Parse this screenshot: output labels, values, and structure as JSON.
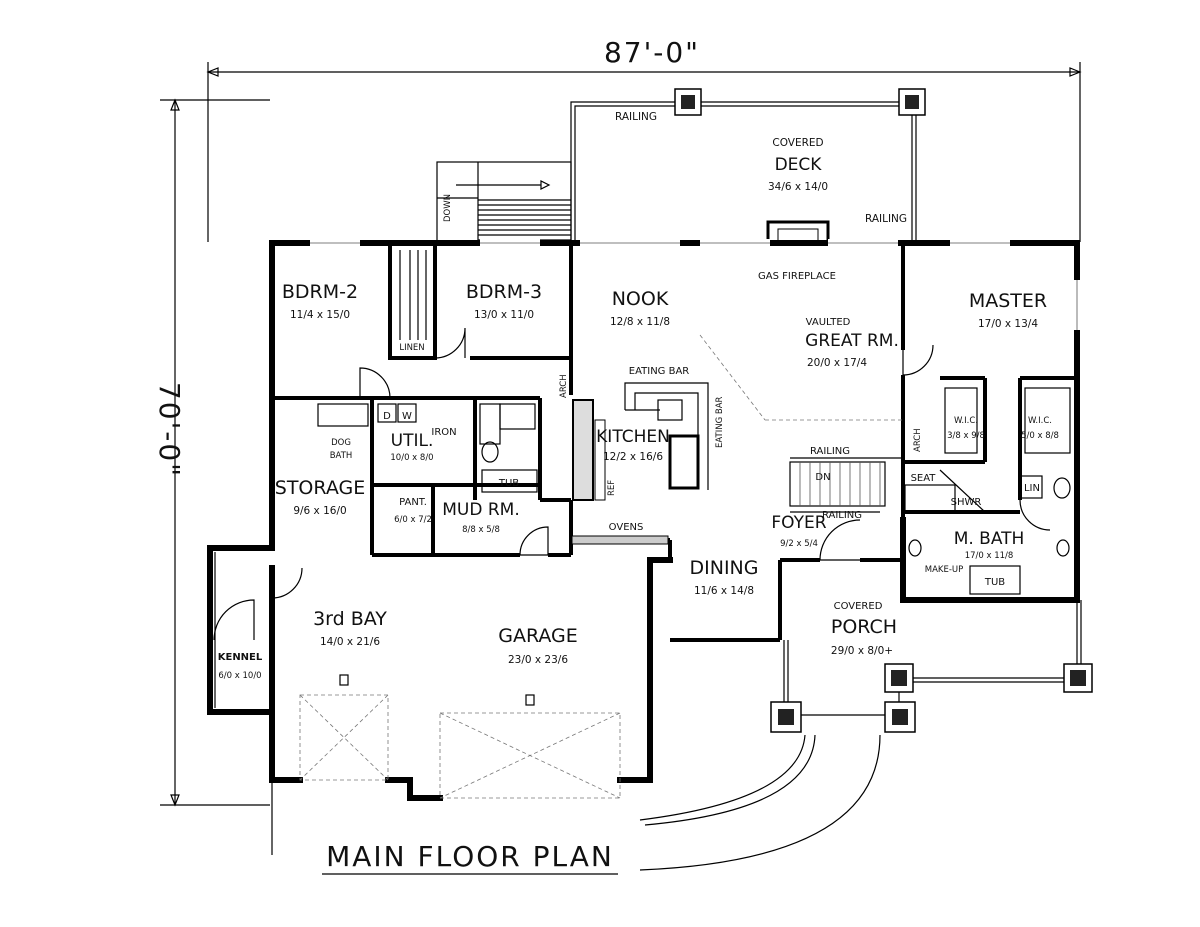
{
  "title": "MAIN FLOOR PLAN",
  "overall_width": "87'-0\"",
  "overall_depth": "70'-0\"",
  "rooms": {
    "bdrm2": {
      "name": "BDRM-2",
      "size": "11/4 x 15/0"
    },
    "bdrm3": {
      "name": "BDRM-3",
      "size": "13/0 x 11/0"
    },
    "nook": {
      "name": "NOOK",
      "size": "12/8 x 11/8"
    },
    "great": {
      "prefix": "VAULTED",
      "name": "GREAT RM.",
      "size": "20/0 x 17/4"
    },
    "master": {
      "name": "MASTER",
      "size": "17/0 x 13/4"
    },
    "deck": {
      "prefix": "COVERED",
      "name": "DECK",
      "size": "34/6 x 14/0"
    },
    "kitchen": {
      "name": "KITCHEN",
      "size": "12/2 x 16/6"
    },
    "util": {
      "name": "UTIL.",
      "size": "10/0 x 8/0"
    },
    "storage": {
      "name": "STORAGE",
      "size": "9/6 x 16/0"
    },
    "pant": {
      "name": "PANT.",
      "size": "6/0 x 7/2"
    },
    "mud": {
      "name": "MUD RM.",
      "size": "8/8 x 5/8"
    },
    "foyer": {
      "name": "FOYER",
      "size": "9/2 x 5/4"
    },
    "mbath": {
      "name": "M. BATH",
      "size": "17/0 x 11/8"
    },
    "dining": {
      "name": "DINING",
      "size": "11/6 x 14/8"
    },
    "porch": {
      "prefix": "COVERED",
      "name": "PORCH",
      "size": "29/0 x 8/0+"
    },
    "bay3": {
      "name": "3rd BAY",
      "size": "14/0 x 21/6"
    },
    "garage": {
      "name": "GARAGE",
      "size": "23/0 x 23/6"
    },
    "kennel": {
      "name": "KENNEL",
      "size": "6/0 x 10/0"
    },
    "wic1": {
      "name": "W.I.C.",
      "size": "3/8 x 9/8"
    },
    "wic2": {
      "name": "W.I.C.",
      "size": "5/0 x 8/8"
    }
  },
  "labels": {
    "railing_top": "RAILING",
    "railing_right": "RAILING",
    "railing_stair": "RAILING",
    "railing_foyer": "RAILING",
    "down": "DOWN",
    "dn": "DN",
    "gas_fireplace": "GAS FIREPLACE",
    "linen": "LINEN",
    "eating_bar": "EATING BAR",
    "eating_bar_vertical": "EATING BAR",
    "arch_left": "ARCH",
    "arch_right": "ARCH",
    "dog_bath_1": "DOG",
    "dog_bath_2": "BATH",
    "iron": "IRON",
    "tub": "TUB",
    "d": "D",
    "w": "W",
    "ref": "REF",
    "ovens": "OVENS",
    "seat": "SEAT",
    "shwr": "SHWR",
    "lin": "LIN",
    "make_up": "MAKE-UP",
    "mtub": "TUB"
  }
}
